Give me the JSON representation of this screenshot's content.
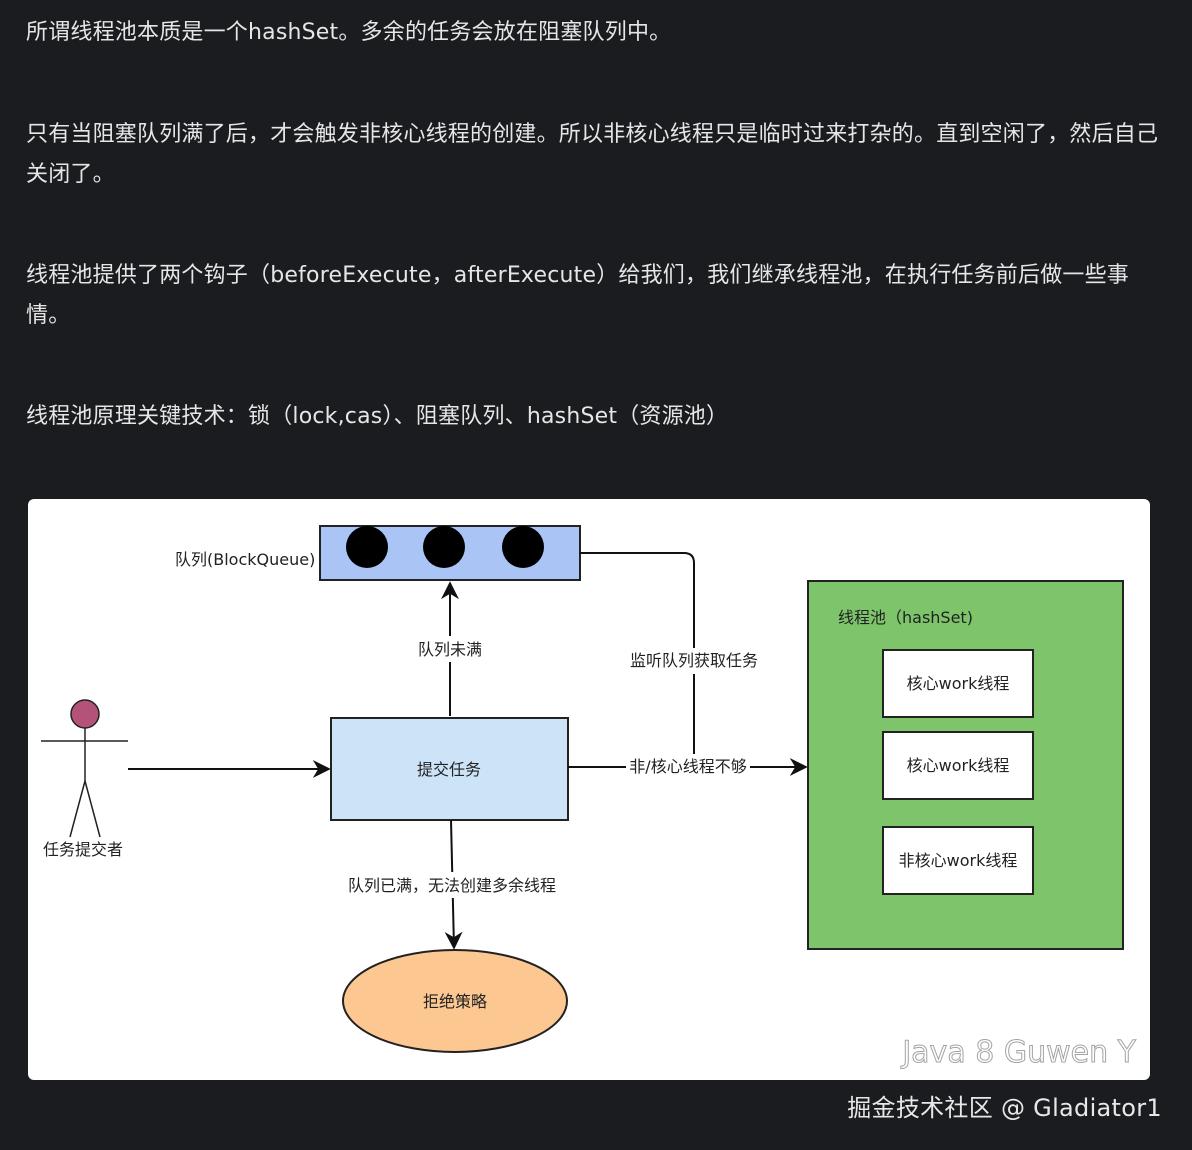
{
  "article": {
    "paragraphs": [
      "所谓线程池本质是一个hashSet。多余的任务会放在阻塞队列中。",
      "只有当阻塞队列满了后，才会触发非核心线程的创建。所以非核心线程只是临时过来打杂的。直到空闲了，然后自己关闭了。",
      "线程池提供了两个钩子（beforeExecute，afterExecute）给我们，我们继承线程池，在执行任务前后做一些事情。",
      "线程池原理关键技术：锁（lock,cas）、阻塞队列、hashSet（资源池）"
    ]
  },
  "diagram": {
    "queue_label": "队列(BlockQueue)",
    "submitter_label": "任务提交者",
    "submit_box_label": "提交任务",
    "queue_not_full_label": "队列未满",
    "monitor_label": "监听队列获取任务",
    "not_enough_label": "非/核心线程不够",
    "queue_full_label": "队列已满，无法创建多余线程",
    "reject_label": "拒绝策略",
    "pool_label": "线程池（hashSet)",
    "workers": [
      "核心work线程",
      "核心work线程",
      "非核心work线程"
    ],
    "image_watermark": "Java 8 Guwen Y",
    "colors": {
      "queue_fill": "#a9c4f5",
      "submit_fill": "#cde3f7",
      "pool_fill": "#7dc46a",
      "reject_fill": "#fdc792",
      "person_head": "#b5527a"
    }
  },
  "footer": {
    "watermark": "掘金技术社区 @ Gladiator1"
  }
}
